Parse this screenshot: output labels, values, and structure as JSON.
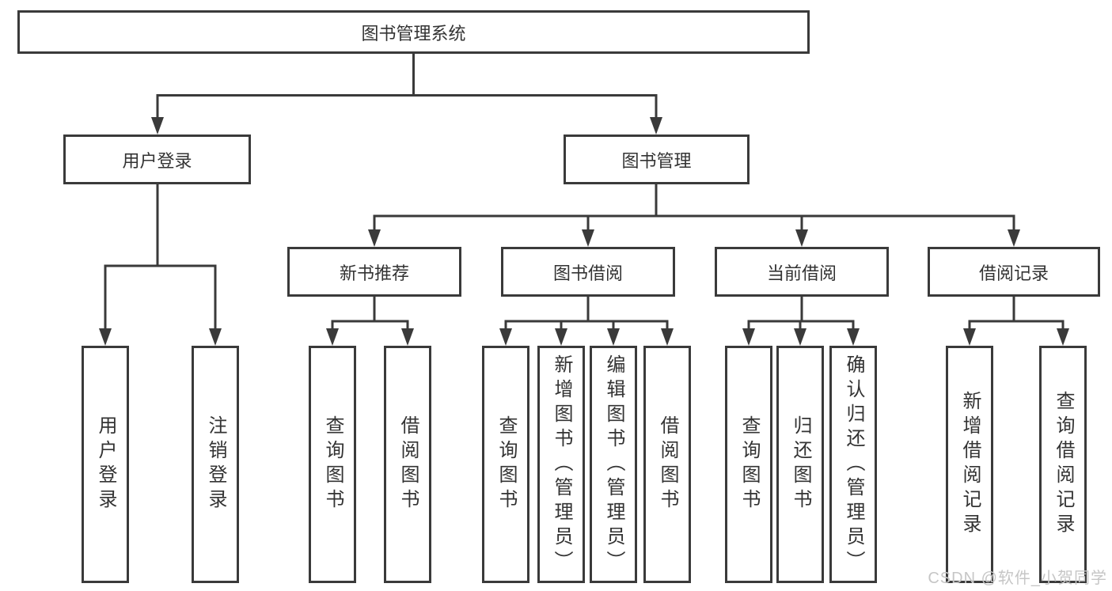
{
  "tree": {
    "label": "图书管理系统",
    "children": [
      {
        "label": "用户登录",
        "children": [
          {
            "label": "用户登录"
          },
          {
            "label": "注销登录"
          }
        ]
      },
      {
        "label": "图书管理",
        "children": [
          {
            "label": "新书推荐",
            "children": [
              {
                "label": "查询图书"
              },
              {
                "label": "借阅图书"
              }
            ]
          },
          {
            "label": "图书借阅",
            "children": [
              {
                "label": "查询图书"
              },
              {
                "label": "新增图书（管理员）"
              },
              {
                "label": "编辑图书（管理员）"
              },
              {
                "label": "借阅图书"
              }
            ]
          },
          {
            "label": "当前借阅",
            "children": [
              {
                "label": "查询图书"
              },
              {
                "label": "归还图书"
              },
              {
                "label": "确认归还（管理员）"
              }
            ]
          },
          {
            "label": "借阅记录",
            "children": [
              {
                "label": "新增借阅记录"
              },
              {
                "label": "查询借阅记录"
              }
            ]
          }
        ]
      }
    ]
  },
  "watermark": {
    "text": "CSDN @软件_小贺同学"
  },
  "colors": {
    "line": "#3a3a3a",
    "border": "#3a3a3a",
    "fill": "#ffffff",
    "text": "#333333",
    "watermark": "#c6c6c6",
    "background": "#ffffff"
  }
}
